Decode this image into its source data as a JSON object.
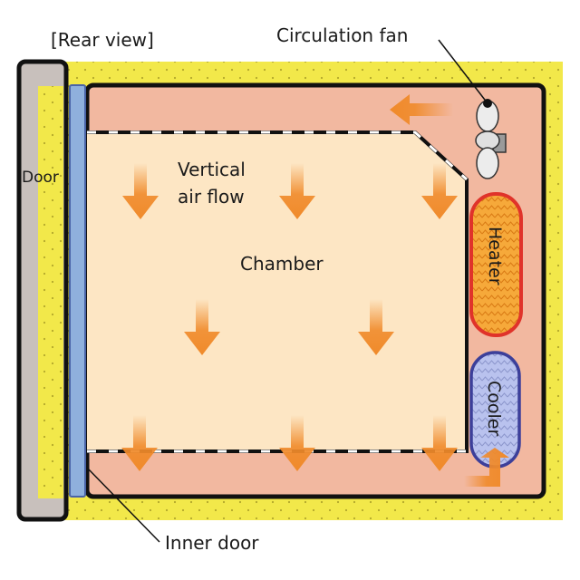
{
  "labels": {
    "rear_view": "[Rear view]",
    "circulation_fan": "Circulation fan",
    "door": "Door",
    "vertical_air_flow_line1": "Vertical",
    "vertical_air_flow_line2": "air flow",
    "chamber": "Chamber",
    "heater": "Heater",
    "cooler": "Cooler",
    "inner_door": "Inner door"
  },
  "colors": {
    "insulation": "#f2e84a",
    "insulation_dot": "#b3a82a",
    "duct": "#f2b8a0",
    "chamber": "#fde6c4",
    "door": "#c8c0bc",
    "inner_door": "#8fb0dd",
    "inner_door_edge": "#4a64a8",
    "heater_fill": "#f6a93a",
    "heater_edge": "#e0332a",
    "cooler_fill": "#b9c2ee",
    "cooler_edge": "#3c3f9a",
    "arrow": "#f08a2a",
    "outline": "#111111"
  }
}
